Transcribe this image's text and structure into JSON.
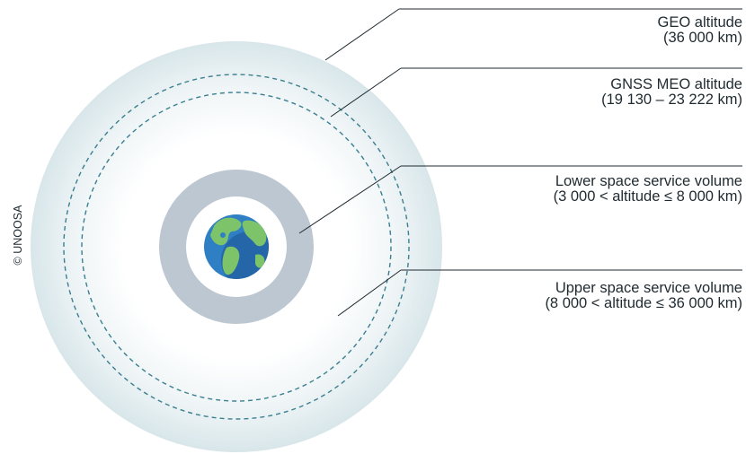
{
  "labels": {
    "geo": {
      "line1": "GEO altitude",
      "line2": "(36 000 km)"
    },
    "gnss_meo": {
      "line1": "GNSS MEO altitude",
      "line2": "(19 130 – 23 222 km)"
    },
    "lower_ssv": {
      "line1": "Lower space service volume",
      "line2": "(3 000 < altitude ≤ 8 000 km)"
    },
    "upper_ssv": {
      "line1": "Upper space service volume",
      "line2": "(8 000 < altitude ≤ 36 000 km)"
    }
  },
  "credit": "© UNOOSA",
  "colors": {
    "geo_shell": "#d8e6ea",
    "inner_glow": "#ffffff",
    "lower_ring": "#bcc7d1",
    "orbit_dash": "#3a7f8f",
    "leader_line": "#1f2a30",
    "ocean": "#2f7fc4",
    "land": "#7cc36a"
  },
  "icons": {
    "earth": "earth-globe-icon"
  }
}
